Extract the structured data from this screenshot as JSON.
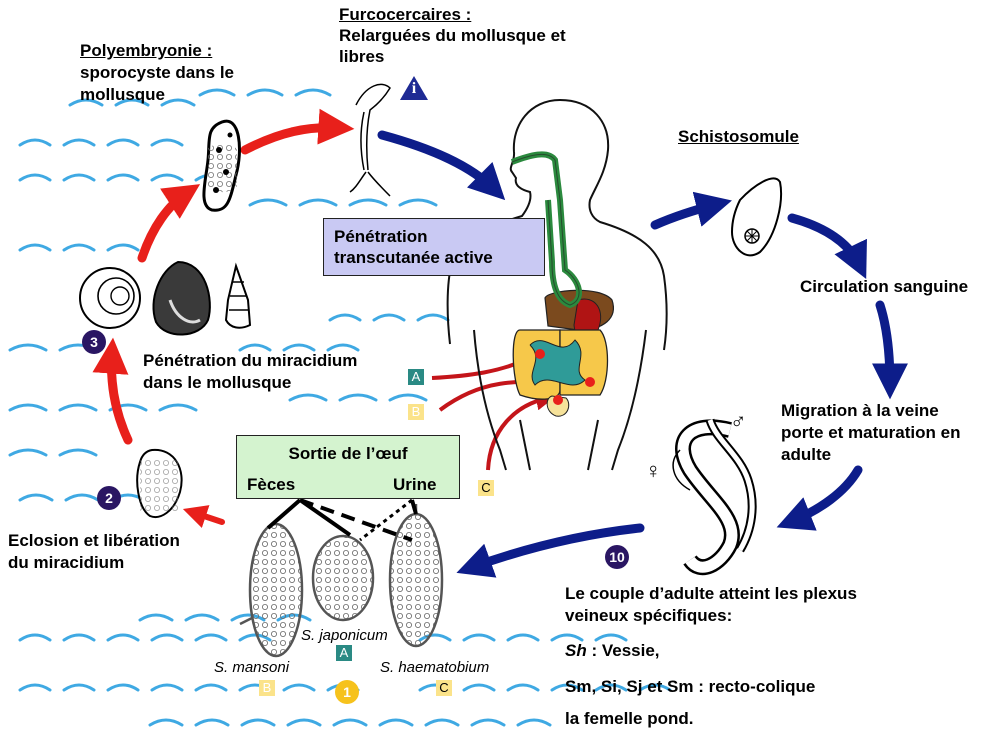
{
  "colors": {
    "water": "#3fa9e3",
    "red_arrow": "#e8201b",
    "blue_arrow": "#0d1d8a",
    "purple_circle": "#2a1663",
    "yellow_circle": "#f6c21c",
    "badge_teal": "#2a8a84",
    "badge_yellow": "#fbe38a",
    "penetration_box": "#c9c9f3",
    "sortie_box": "#d4f3cf",
    "info_icon": "#1e2a94"
  },
  "labels": {
    "furcocercaires_title": "Furcocercaires :",
    "furcocercaires_line2": "Relarguées du mollusque et",
    "furcocercaires_line3": "libres",
    "polyembryonie_title": "Polyembryonie :",
    "polyembryonie_line2": "sporocyste dans le",
    "polyembryonie_line3": "mollusque",
    "schistosomule": "Schistosomule",
    "penetration_active_line1": "Pénétration",
    "penetration_active_line2": "transcutanée active",
    "circulation": "Circulation sanguine",
    "penetration_miracidium_line1": "Pénétration du miracidium",
    "penetration_miracidium_line2": "dans le mollusque",
    "migration_line1": "Migration à la veine",
    "migration_line2": "porte et maturation en",
    "migration_line3": "adulte",
    "sortie": "Sortie de l’œuf",
    "feces": "Fèces",
    "urine": "Urine",
    "eclosion_line1": "Eclosion et libération",
    "eclosion_line2": "du miracidium",
    "couple_line1": "Le couple d’adulte atteint les plexus",
    "couple_line2": "veineux spécifiques:",
    "sh_italic": "Sh",
    "sh_rest": " : Vessie,",
    "sm_line": "Sm, Si, Sj et Sm : recto-colique",
    "femelle": "la femelle pond.",
    "s_japonicum": "S. japonicum",
    "s_mansoni": "S. mansoni",
    "s_haematobium": "S. haematobium"
  },
  "badges": {
    "a": "A",
    "b": "B",
    "c": "C"
  },
  "steps": {
    "one": "1",
    "two": "2",
    "three": "3",
    "ten": "10",
    "info": "i"
  },
  "symbols": {
    "male": "♂",
    "female": "♀"
  }
}
